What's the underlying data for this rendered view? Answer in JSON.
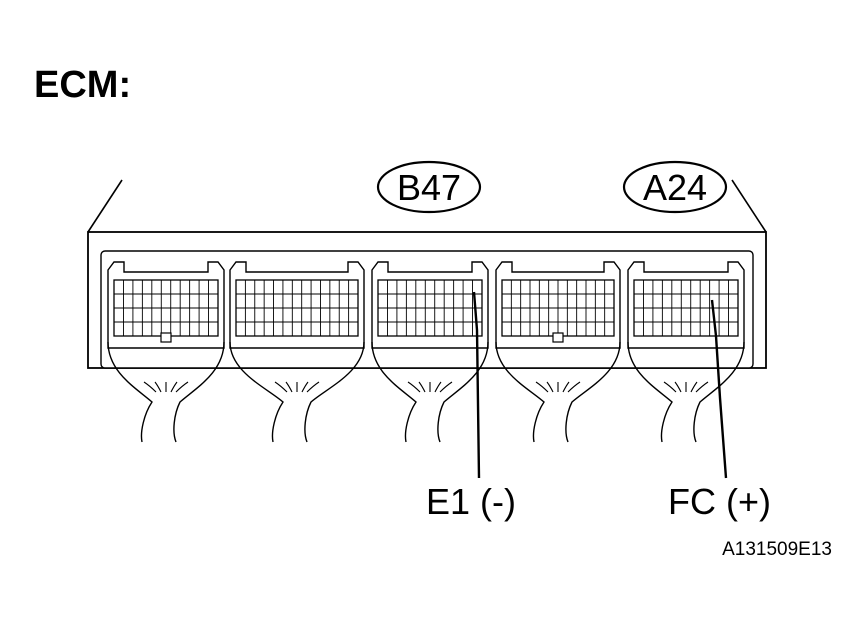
{
  "title": "ECM:",
  "connectors": [
    {
      "id": "B47"
    },
    {
      "id": "A24"
    }
  ],
  "terminals": {
    "negative": "E1 (-)",
    "positive": "FC (+)"
  },
  "figure_code": "A131509E13"
}
